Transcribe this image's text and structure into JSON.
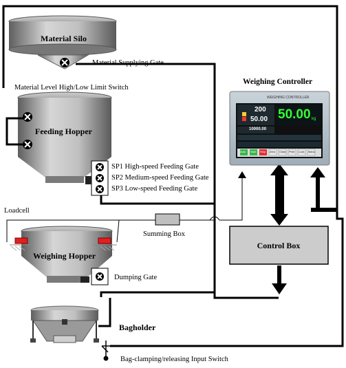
{
  "components": {
    "silo": "Material Silo",
    "supply_gate": "Material Supplying Gate",
    "level_switch": "Material Level High/Low Limit Switch",
    "feeding_hopper": "Feeding Hopper",
    "sp1": "SP1 High-speed Feeding Gate",
    "sp2": "SP2 Medium-speed Feeding Gate",
    "sp3": "SP3 Low-speed Feeding Gate",
    "loadcell": "Loadcell",
    "summing_box": "Summing Box",
    "weighing_hopper": "Weighing Hopper",
    "dumping_gate": "Dumping Gate",
    "bagholder": "Bagholder",
    "bag_switch": "Bag-clamping/releasing Input Switch",
    "controller_title": "Weighing Controller",
    "control_box": "Control Box"
  },
  "controller_panel": {
    "header": "WEIGHING CONTROLLER",
    "target": "200",
    "tolerance": "50.00",
    "main_value": "50.00",
    "unit": "kg",
    "total": "10000.00",
    "buttons": [
      "Auto",
      "Start",
      "Stop",
      "Zero",
      "Clear",
      "Print",
      "Lock",
      "Manu"
    ]
  },
  "colors": {
    "silo": "#8c8c8c",
    "control_box": "#cccccc",
    "loadcell_red": "#e02020",
    "lcd_bg": "#101010",
    "lcd_green": "#33ff33"
  }
}
